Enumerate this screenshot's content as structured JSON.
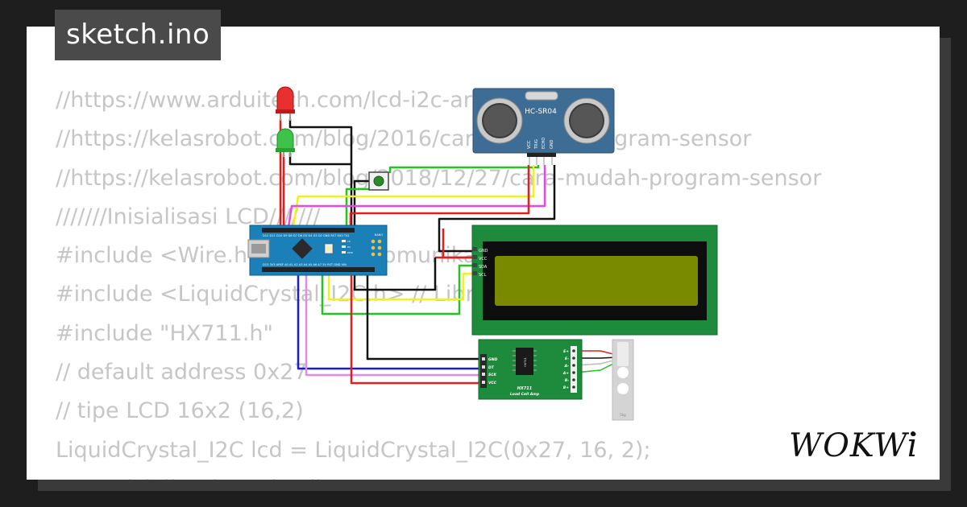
{
  "file_tab": {
    "title": "sketch.ino"
  },
  "code_lines": [
    "//https://www.arduitech.com/lcd-i2c-arduino/",
    "//https://kelasrobot.com/blog/2016/cara-mudah-program-sensor",
    "//https://kelasrobot.com/blog/2018/12/27/cara-mudah-program-sensor",
    "///////Inisialisasi LCD///////",
    "#include <Wire.h> // library komunikasi",
    "#include <LiquidCrystal_I2C.h> // Library LCD",
    "#include \"HX711.h\"",
    "// default address 0x27",
    "// tipe LCD 16x2 (16,2)",
    "LiquidCrystal_I2C lcd = LiquidCrystal_I2C(0x27, 16, 2);",
    "///////Inisialisasi Load cell///////"
  ],
  "components": {
    "ultrasonic": {
      "label": "HC-SR04",
      "pins": [
        "VCC",
        "TRIG",
        "ECHO",
        "GND"
      ]
    },
    "arduino": {
      "top_pins": "D12 D11 D10 D9 D8 D7 D6 D5 D4 D3 D2 GND RST RX0 TX1",
      "bottom_pins": "D13 3V3 AREF A0 A1 A2 A3 A4 A5 A6 A7 5V RST GND VIN",
      "board_label": "NANO",
      "led_labels": [
        "TX",
        "RX",
        "PWR"
      ]
    },
    "lcd": {
      "pins": [
        "GND",
        "VCC",
        "SDA",
        "SCL"
      ]
    },
    "hx711": {
      "label": "HX711",
      "sublabel": "Load Cell Amp",
      "chip": "HX711",
      "left_pins": [
        "GND",
        "DT",
        "SCK",
        "VCC"
      ],
      "right_pins": [
        "E+",
        "E-",
        "A-",
        "A+",
        "B-",
        "B+"
      ]
    },
    "loadcell": {
      "label": "5kg"
    }
  },
  "logo": {
    "text": "WOKWi"
  },
  "colors": {
    "background": "#1e1e1e",
    "card": "#ffffff",
    "tab": "#4a4a4a",
    "code_text": "#c6c6c6",
    "sensor_blue": "#3d6d94",
    "lcd_green": "#1e8a3c",
    "lcd_screen": "#7a8a00",
    "board_blue": "#1b7fb8",
    "wire_red": "#e02020",
    "wire_black": "#111111",
    "wire_green": "#22c41e",
    "wire_yellow": "#f2f21a",
    "wire_magenta": "#e846e8",
    "wire_blue": "#1a1ae0",
    "wire_violet": "#e08ce8"
  }
}
